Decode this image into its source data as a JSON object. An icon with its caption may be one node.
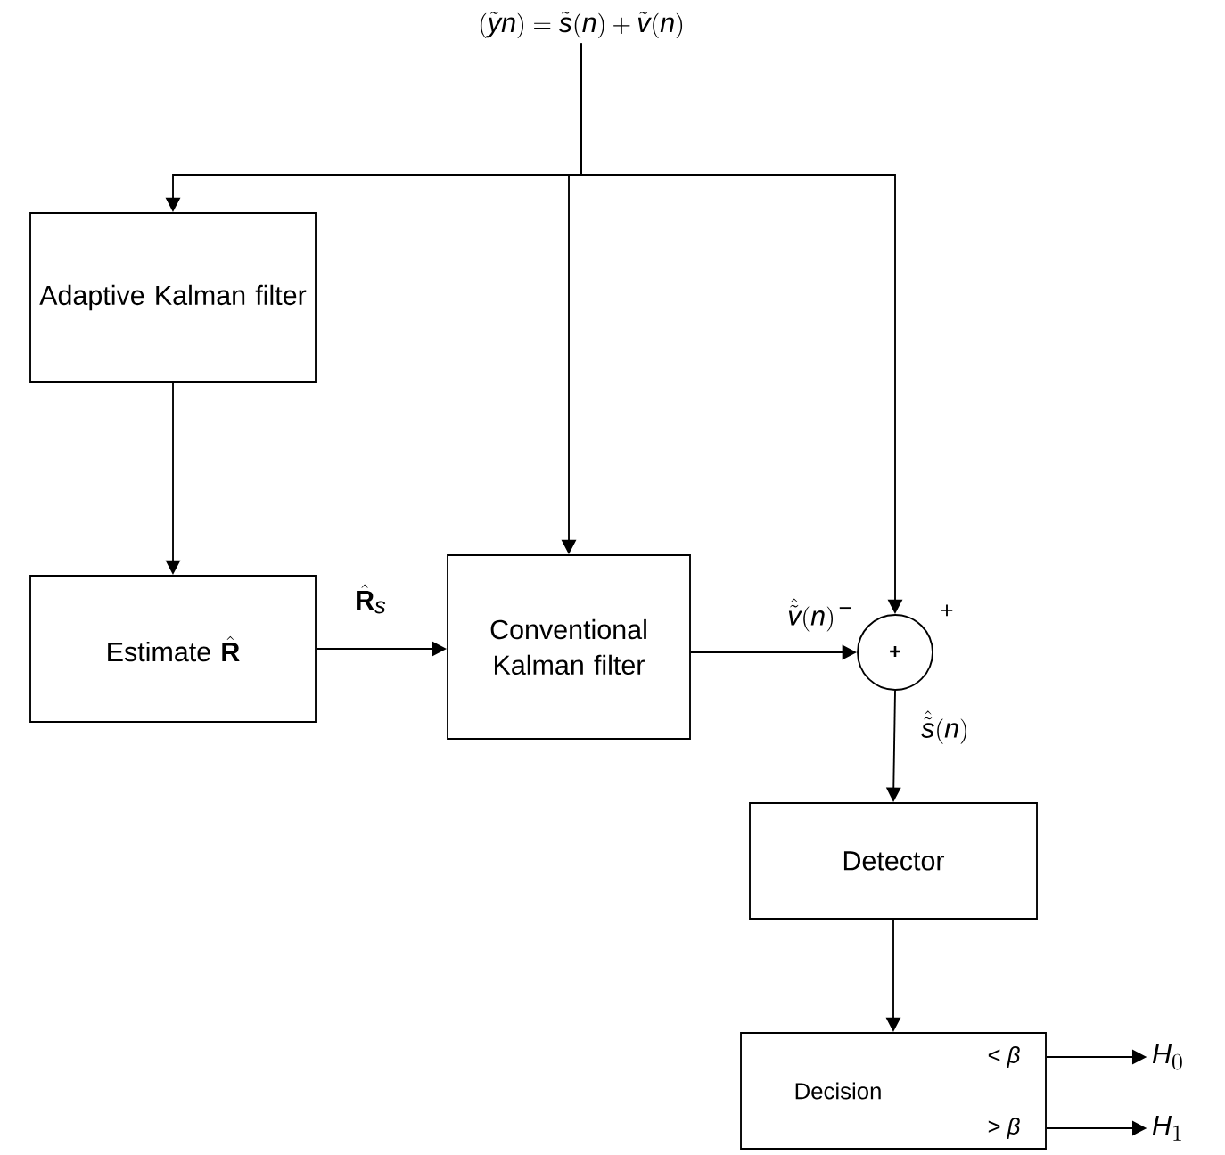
{
  "diagram": {
    "nodes": [
      {
        "text": [
          "(\\tilde{y}n) = \\tilde{s}(n) + \\tilde{v}(n)"
        ]
      },
      {
        "text": [
          "Adaptive Kalman filter"
        ]
      },
      {
        "text": [
          "\\text{Estimate }\\hat{\\mathbf{R}}"
        ]
      },
      {
        "text": [
          "Conventional Kalman filter"
        ]
      },
      {
        "text": [
          "+"
        ]
      },
      {
        "text": [
          "Detector"
        ]
      },
      {
        "text": [
          "Decision",
          "<\\text{\\itshape β}",
          ">\\text{\\itshape β}"
        ]
      },
      {
        "text": [
          "H_0"
        ]
      },
      {
        "text": [
          "H_1"
        ]
      }
    ],
    "edges": [
      {
        "from": 0,
        "to": 1,
        "arrow": "to"
      },
      {
        "from": 0,
        "to": 3,
        "arrow": "to"
      },
      {
        "from": 0,
        "to": 4,
        "arrow": "to"
      },
      {
        "from": 1,
        "to": 2,
        "arrow": "to"
      },
      {
        "from": 2,
        "to": 3,
        "arrow": "to",
        "label": "\\hat{\\mathbf{R}}_s"
      },
      {
        "from": 3,
        "to": 4,
        "arrow": "to",
        "label": "\\hat{\\tilde{v}}(n)"
      },
      {
        "from": 4,
        "to": 5,
        "arrow": "to",
        "label": "\\hat{\\tilde{s}}(n)"
      },
      {
        "from": 5,
        "to": 6,
        "arrow": "to"
      },
      {
        "from": 6,
        "to": 7,
        "arrow": "to"
      },
      {
        "from": 6,
        "to": 8,
        "arrow": "to"
      }
    ],
    "labels": [
      "+",
      "−"
    ]
  }
}
